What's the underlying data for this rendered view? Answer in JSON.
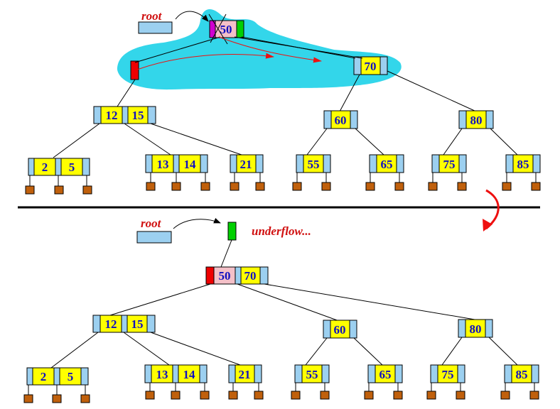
{
  "labels": {
    "root_top": "root",
    "root_bottom": "root",
    "underflow": "underflow..."
  },
  "colors": {
    "pointer_cell": "#9cd0f0",
    "key_cell": "#ffff00",
    "key_text": "#1010c0",
    "key_cell_pink": "#f4c0c8",
    "highlight_blob": "#33d6ea",
    "red": "#ee0000",
    "green": "#00d000",
    "magenta": "#d000d0",
    "leaf_box": "#c0600c",
    "arrow_red": "#ee1010"
  },
  "top_tree": {
    "root_keys": [
      "50"
    ],
    "node_70": [
      "70"
    ],
    "node_12_15": [
      "12",
      "15"
    ],
    "node_60": [
      "60"
    ],
    "node_80": [
      "80"
    ],
    "leaves": [
      [
        "2",
        "5"
      ],
      [
        "13",
        "14"
      ],
      [
        "21"
      ],
      [
        "55"
      ],
      [
        "65"
      ],
      [
        "75"
      ],
      [
        "85"
      ]
    ]
  },
  "bottom_tree": {
    "root_keys": [
      "50",
      "70"
    ],
    "node_12_15": [
      "12",
      "15"
    ],
    "node_60": [
      "60"
    ],
    "node_80": [
      "80"
    ],
    "leaves": [
      [
        "2",
        "5"
      ],
      [
        "13",
        "14"
      ],
      [
        "21"
      ],
      [
        "55"
      ],
      [
        "65"
      ],
      [
        "75"
      ],
      [
        "85"
      ]
    ]
  }
}
